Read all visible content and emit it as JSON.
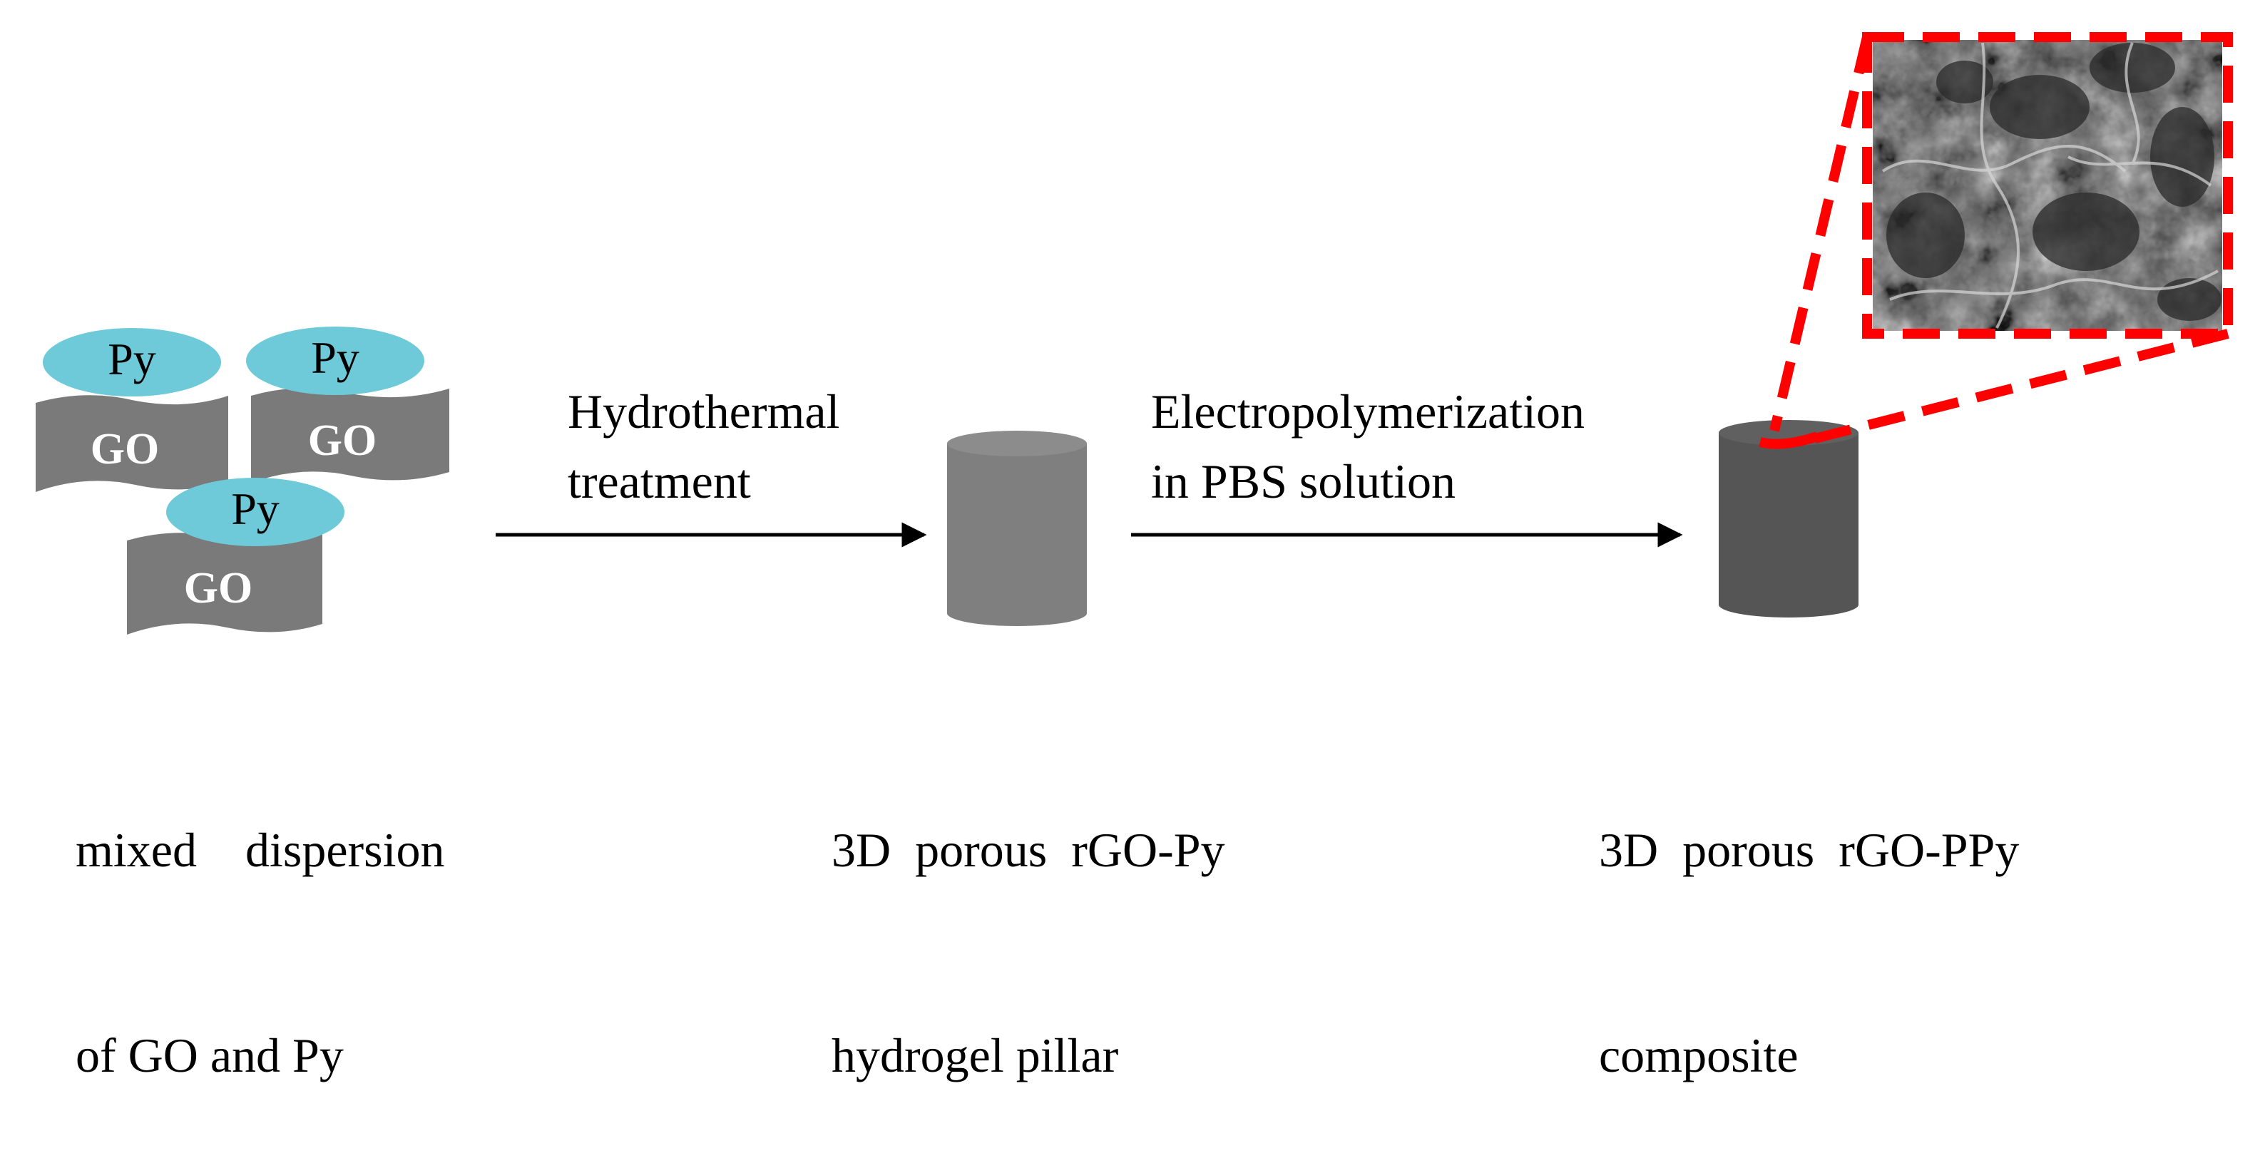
{
  "colors": {
    "sheet": "#7a7a7a",
    "py_ellipse": "#6ec9d8",
    "pillar": "#7f7f7f",
    "pillar_top": "#8c8c8c",
    "composite": "#555555",
    "composite_top": "#606060",
    "highlight": "#ff0000",
    "arrow": "#000000"
  },
  "molecules": [
    {
      "py_label": "Py",
      "go_label": "GO"
    },
    {
      "py_label": "Py",
      "go_label": "GO"
    },
    {
      "py_label": "Py",
      "go_label": "GO"
    }
  ],
  "step1": {
    "label_line1": "Hydrothermal",
    "label_line2": "treatment"
  },
  "step2": {
    "label_line1": "Electropolymerization",
    "label_line2": "in PBS solution"
  },
  "captions": {
    "start_line1": "mixed    dispersion",
    "start_line2": "of GO and Py",
    "middle_line1": "3D  porous  rGO-Py",
    "middle_line2": "hydrogel pillar",
    "end_line1": "3D  porous  rGO-PPy",
    "end_line2": "composite"
  },
  "icons": {
    "sem": "sem-micrograph-image",
    "pillar": "cylinder-icon",
    "composite": "cylinder-icon"
  }
}
